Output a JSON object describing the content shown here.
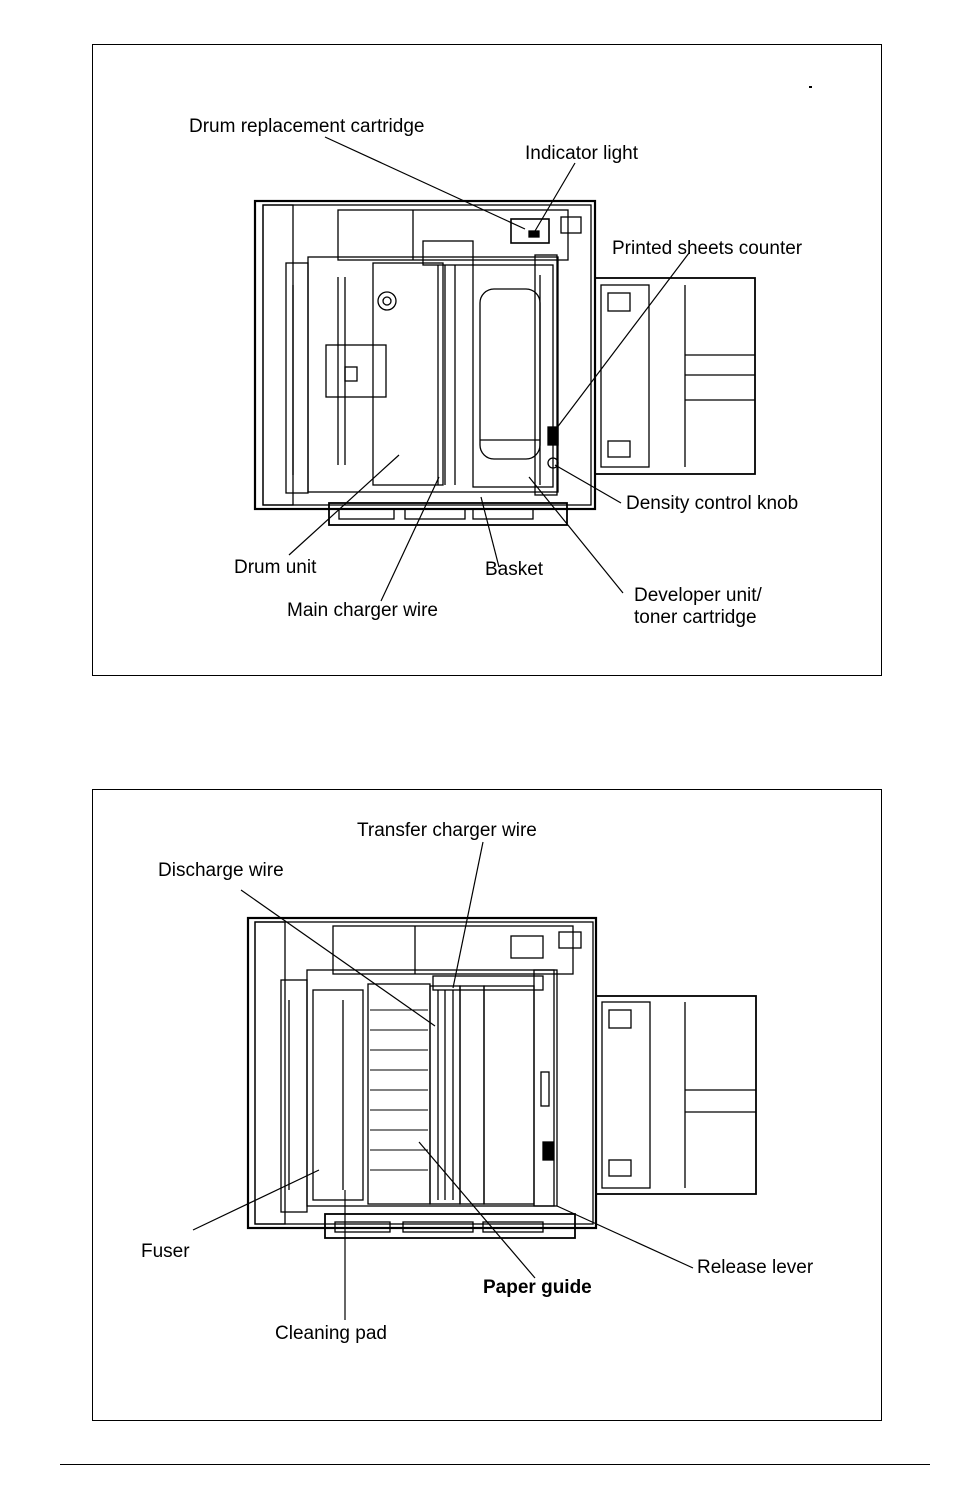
{
  "top_panel": {
    "labels": {
      "drum_replacement_cartridge": "Drum replacement cartridge",
      "indicator_light": "Indicator light",
      "printed_sheets_counter": "Printed sheets counter",
      "density_control_knob": "Density control knob",
      "drum_unit": "Drum unit",
      "basket": "Basket",
      "main_charger_wire": "Main charger wire",
      "developer_unit": "Developer unit/\ntoner cartridge"
    }
  },
  "bottom_panel": {
    "labels": {
      "transfer_charger_wire": "Transfer charger wire",
      "discharge_wire": "Discharge wire",
      "fuser": "Fuser",
      "release_lever": "Release lever",
      "paper_guide": "Paper guide",
      "cleaning_pad": "Cleaning pad"
    }
  }
}
